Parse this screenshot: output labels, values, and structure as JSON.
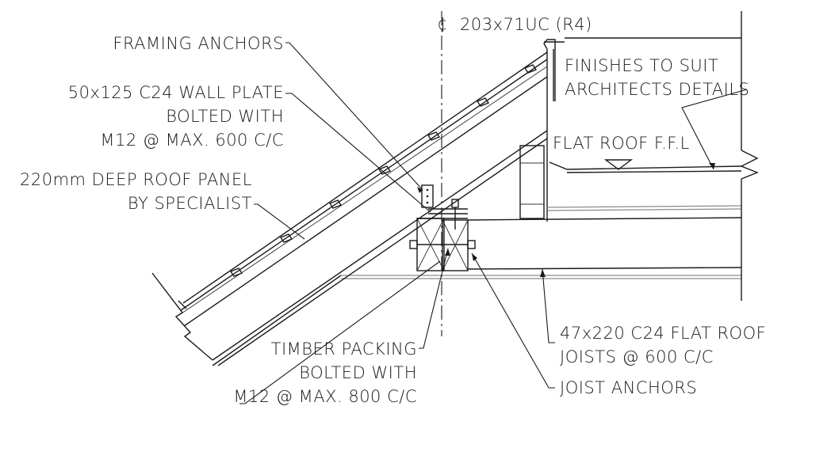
{
  "drawing": {
    "centerline_label": "203x71UC (R4)",
    "annotations": {
      "framing_anchors": [
        "FRAMING ANCHORS"
      ],
      "wall_plate": [
        "50x125 C24 WALL PLATE",
        "BOLTED WITH",
        "M12 @ MAX. 600 C/C"
      ],
      "roof_panel": [
        "220mm DEEP ROOF  PANEL",
        "BY SPECIALIST"
      ],
      "finishes": [
        "FINISHES TO SUIT",
        "ARCHITECTS DETAILS"
      ],
      "flat_roof_ffl": [
        "FLAT  ROOF  F.F.L"
      ],
      "flat_roof_joists": [
        "47x220 C24 FLAT ROOF",
        "JOISTS @ 600 C/C"
      ],
      "timber_packing": [
        "TIMBER PACKING",
        "BOLTED WITH",
        "M12 @ MAX. 800 C/C"
      ],
      "joist_anchors": [
        "JOIST ANCHORS"
      ]
    }
  }
}
